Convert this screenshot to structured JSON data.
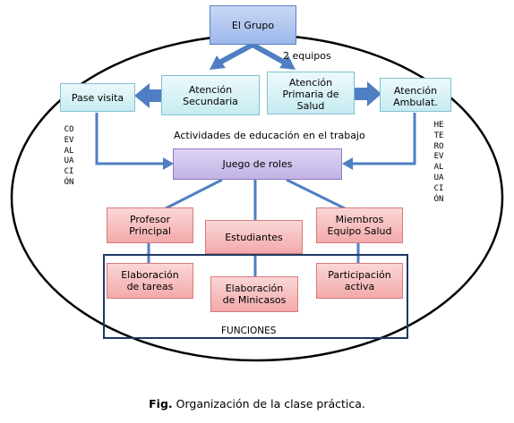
{
  "nodes": {
    "grupo": "El Grupo",
    "equipos": "2 equipos",
    "secundaria": "Atención\nSecundaria",
    "primaria": "Atención\nPrimaria de\nSalud",
    "pase": "Pase visita",
    "ambulat": "Atención\nAmbulat.",
    "actividades": "Actividades de educación en el trabajo",
    "juego": "Juego de roles",
    "profesor": "Profesor\nPrincipal",
    "estudiantes": "Estudiantes",
    "miembros": "Miembros\nEquipo Salud",
    "tareas": "Elaboración\nde tareas",
    "minicasos": "Elaboración\nde Minicasos",
    "participacion": "Participación\nactiva",
    "funciones": "FUNCIONES"
  },
  "side_labels": {
    "left": "COEVALUACIÓN",
    "right": "HETEROEVALUACIÓN"
  },
  "caption": {
    "prefix": "Fig.",
    "text": "Organización de la clase práctica."
  }
}
